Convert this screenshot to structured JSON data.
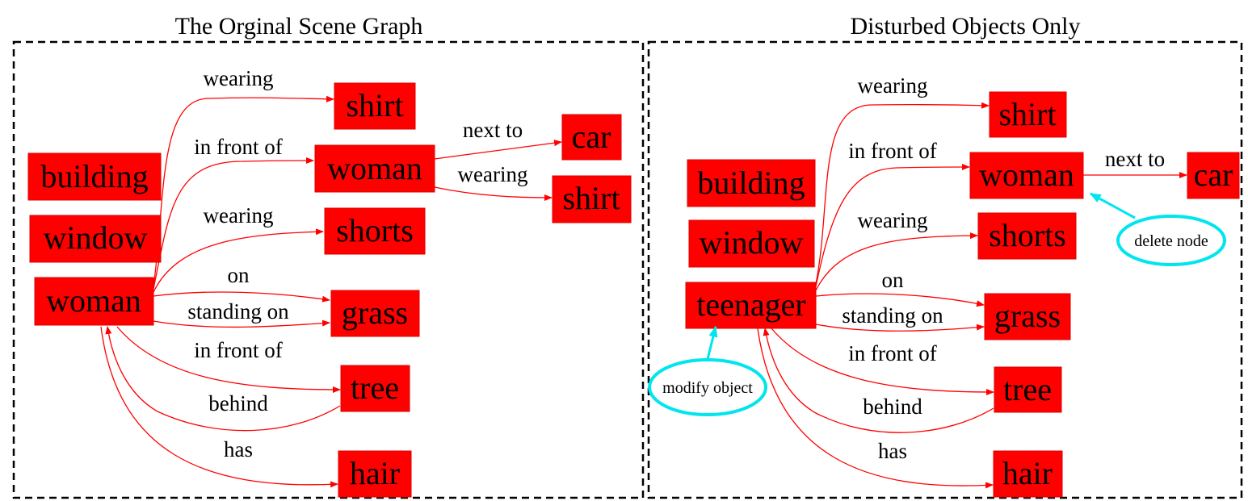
{
  "panels": [
    {
      "title": "The Orginal Scene Graph",
      "nodes": [
        "building",
        "window",
        "woman",
        "shirt",
        "woman",
        "car",
        "shirt",
        "shorts",
        "grass",
        "tree",
        "hair"
      ],
      "edges": [
        {
          "label": "wearing"
        },
        {
          "label": "in front of"
        },
        {
          "label": "wearing"
        },
        {
          "label": "on"
        },
        {
          "label": "standing on"
        },
        {
          "label": "in front of"
        },
        {
          "label": "behind"
        },
        {
          "label": "has"
        },
        {
          "label": "next to"
        },
        {
          "label": "wearing"
        }
      ]
    },
    {
      "title": "Disturbed Objects Only",
      "nodes": [
        "building",
        "window",
        "teenager",
        "shirt",
        "woman",
        "car",
        "shorts",
        "grass",
        "tree",
        "hair"
      ],
      "edges": [
        {
          "label": "wearing"
        },
        {
          "label": "in front of"
        },
        {
          "label": "wearing"
        },
        {
          "label": "on"
        },
        {
          "label": "standing on"
        },
        {
          "label": "in front of"
        },
        {
          "label": "behind"
        },
        {
          "label": "has"
        },
        {
          "label": "next to"
        }
      ],
      "annotations": [
        "delete node",
        "modify object"
      ]
    }
  ],
  "colors": {
    "node": "#ff0000",
    "edge": "#ff0000",
    "annotation": "#00e5ee"
  }
}
